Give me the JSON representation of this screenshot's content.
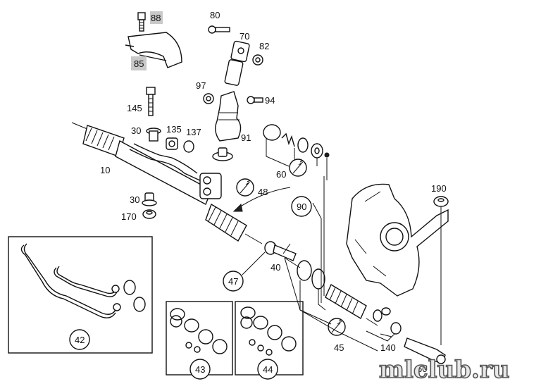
{
  "watermark": "mlclub.ru",
  "callouts": {
    "p10": "10",
    "p30a": "30",
    "p30b": "30",
    "p40": "40",
    "p42": "42",
    "p43": "43",
    "p44": "44",
    "p45": "45",
    "p47": "47",
    "p48": "48",
    "p60a": "60",
    "p60b": "60",
    "p70": "70",
    "p80": "80",
    "p82": "82",
    "p85": "85",
    "p88": "88",
    "p90": "90",
    "p91": "91",
    "p94": "94",
    "p97": "97",
    "p135": "135",
    "p137": "137",
    "p140": "140",
    "p145": "145",
    "p170": "170",
    "p190": "190"
  }
}
